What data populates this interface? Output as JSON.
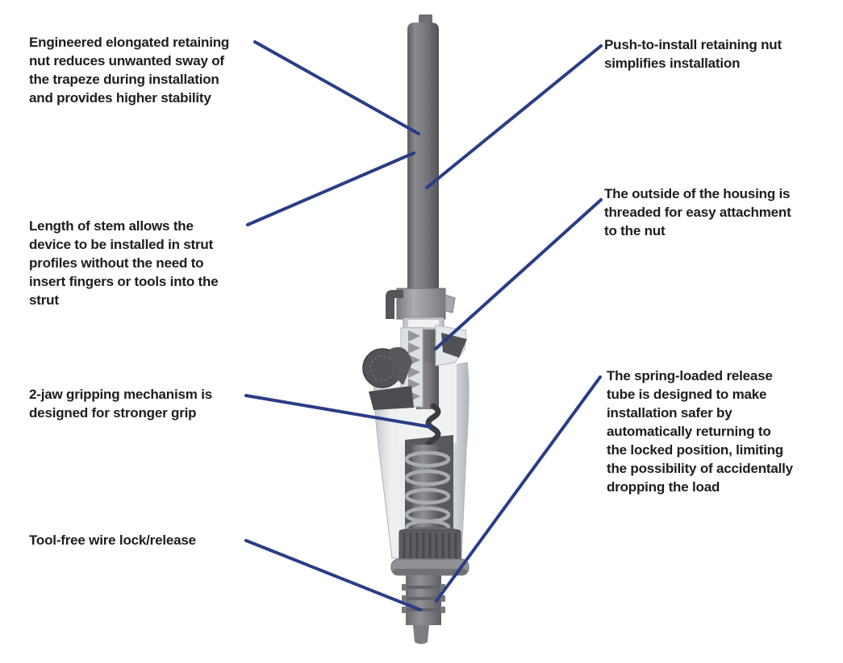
{
  "figure": {
    "background": "#ffffff",
    "leader_line_color": "#2a3d85",
    "text_color": "#1d1d1f",
    "device_colors": {
      "stem_gray": "#7a7b7f",
      "housing_light_gray": "#e2e5e8",
      "dark_parts_gray": "#515256",
      "spring_silver": "#a9adb2"
    }
  },
  "callouts": [
    {
      "id": "elongated-nut",
      "side": "left",
      "lines": [
        "Engineered elongated retaining",
        "nut reduces unwanted sway of",
        "the trapeze during installation",
        "and provides higher stability"
      ]
    },
    {
      "id": "stem-length",
      "side": "left",
      "lines": [
        "Length of stem allows the",
        "device to be installed in strut",
        "profiles without the need to",
        "insert fingers or tools into the",
        "strut"
      ]
    },
    {
      "id": "two-jaw",
      "side": "left",
      "lines": [
        "2-jaw gripping mechanism is",
        "designed for stronger grip"
      ]
    },
    {
      "id": "wire-lock",
      "side": "left",
      "lines": [
        "Tool-free wire lock/release"
      ]
    },
    {
      "id": "push-to-install",
      "side": "right",
      "lines": [
        "Push-to-install retaining nut",
        "simplifies installation"
      ]
    },
    {
      "id": "housing-threaded",
      "side": "right",
      "lines": [
        "The outside of the housing is",
        "threaded for easy attachment",
        "to the nut"
      ]
    },
    {
      "id": "spring-loaded",
      "side": "right",
      "lines": [
        "The spring-loaded release",
        "tube is designed to make",
        "installation safer by",
        "automatically returning to",
        "the locked position, limiting",
        "the possibility of accidentally",
        "dropping the load"
      ]
    }
  ]
}
